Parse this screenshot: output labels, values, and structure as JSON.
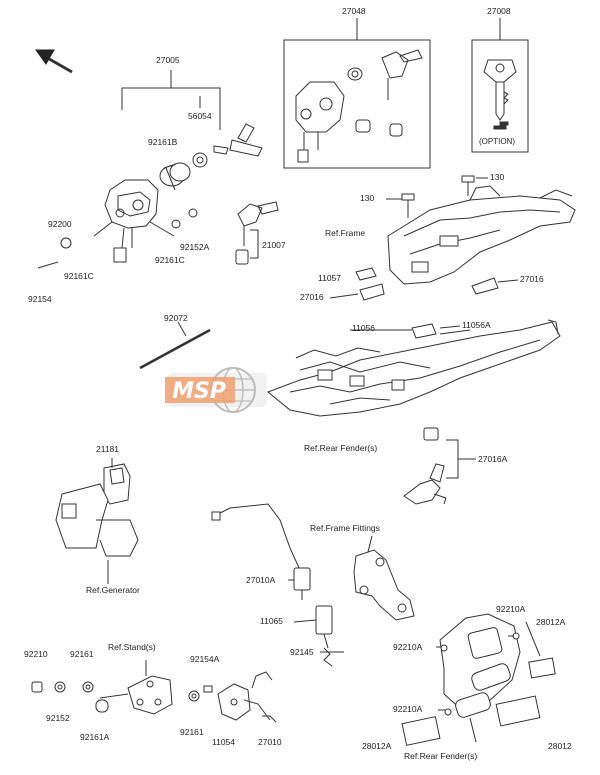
{
  "diagram": {
    "parts": {
      "p27005": "27005",
      "p56054": "56054",
      "p92161B": "92161B",
      "p92200": "92200",
      "p92161C_a": "92161C",
      "p92161C_b": "92161C",
      "p92152A": "92152A",
      "p92154": "92154",
      "p21007": "21007",
      "p27048": "27048",
      "p27008": "27008",
      "p130_a": "130",
      "p130_b": "130",
      "ref_frame": "Ref.Frame",
      "p11057": "11057",
      "p27016_a": "27016",
      "p27016_b": "27016",
      "p92072": "92072",
      "p11056": "11056",
      "p11056A": "11056A",
      "ref_rear_fender_a": "Ref.Rear Fender(s)",
      "p27016A": "27016A",
      "p21181": "21181",
      "ref_generator": "Ref.Generator",
      "ref_frame_fittings": "Ref.Frame Fittings",
      "p27010A": "27010A",
      "p11065": "11065",
      "p92145": "92145",
      "p92210A_a": "92210A",
      "p92210A_b": "92210A",
      "p92210A_c": "92210A",
      "p28012A_a": "28012A",
      "p28012A_b": "28012A",
      "p28012": "28012",
      "ref_rear_fender_b": "Ref.Rear Fender(s)",
      "ref_stand": "Ref.Stand(s)",
      "p92210": "92210",
      "p92161_a": "92161",
      "p92152": "92152",
      "p92161A": "92161A",
      "p92154A": "92154A",
      "p92161_b": "92161",
      "p11054": "11054",
      "p27010": "27010"
    },
    "option_text": "(OPTION)",
    "watermark": "MSP"
  },
  "colors": {
    "line": "#333333",
    "watermark_orange": "#f0a070",
    "watermark_globe": "#bdbdbd"
  }
}
